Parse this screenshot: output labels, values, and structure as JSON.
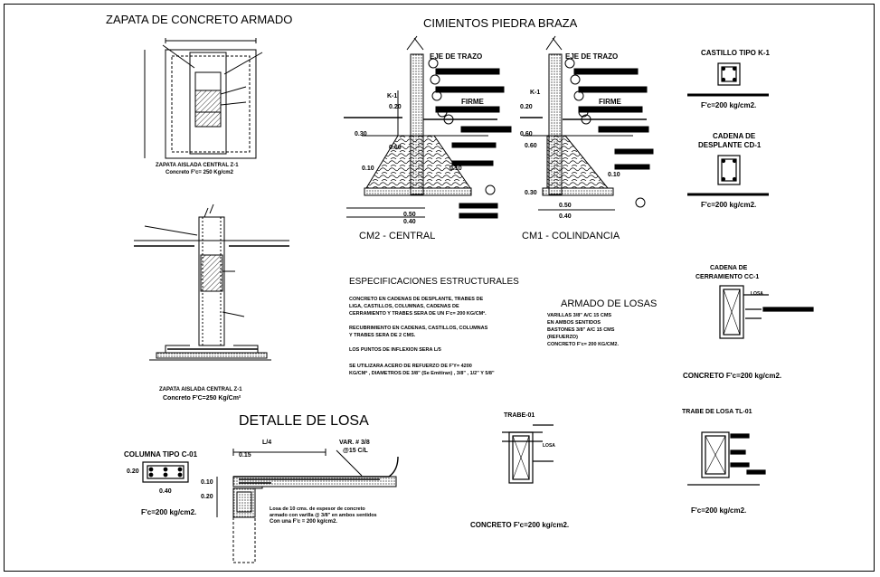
{
  "titles": {
    "zapata": "ZAPATA DE CONCRETO ARMADO",
    "cimientos": "CIMIENTOS PIEDRA BRAZA",
    "detalle_losa": "DETALLE DE LOSA",
    "especificaciones": "ESPECIFICACIONES ESTRUCTURALES",
    "armado_losas": "ARMADO DE LOSAS"
  },
  "zapata": {
    "caption1": "ZAPATA AISLADA CENTRAL Z-1",
    "caption1b": "Concreto F'c= 250 Kg/cm2",
    "caption2": "ZAPATA AISLADA CENTRAL Z-1",
    "caption2b": "Concreto F'C=250 Kg/Cm²"
  },
  "cimientos": {
    "eje1": "EJE DE TRAZO",
    "eje2": "EJE DE TRAZO",
    "firme1": "FIRME",
    "firme2": "FIRME",
    "k1": "K-1",
    "k2": "K-1",
    "label_central": "CM2 - CENTRAL",
    "label_colindancia": "CM1 - COLINDANCIA",
    "dims": [
      "0.20",
      "0.30",
      "0.60",
      "0.10",
      "0.50",
      "0.40",
      "0.20",
      "0.10",
      "0.60",
      "0.50",
      "0.40",
      "0.10",
      "0.30",
      "0.60"
    ]
  },
  "right": {
    "castillo": "CASTILLO TIPO K-1",
    "castillo_f": "F'c=200 kg/cm2.",
    "cadena_desplante": "CADENA DE",
    "cadena_desplante2": "DESPLANTE CD-1",
    "cadena_desplante_f": "F'c=200 kg/cm2.",
    "cadena_cerr": "CADENA DE",
    "cadena_cerr2": "CERRAMIENTO CC-1",
    "cadena_cerr_f": "CONCRETO F'c=200 kg/cm2.",
    "losa": "LOSA",
    "trabe_losa": "TRABE DE LOSA TL-01",
    "trabe_losa_f": "F'c=200 kg/cm2.",
    "trabe01": "TRABE-01",
    "trabe01_losa": "LOSA",
    "trabe01_f": "CONCRETO F'c=200 kg/cm2."
  },
  "especificaciones": {
    "p1": "CONCRETO EN CADENAS DE DESPLANTE, TRABES DE",
    "p1b": "LIGA, CASTILLOS, COLUMNAS, CADENAS DE",
    "p1c": "CERRAMIENTO Y TRABES SERA DE UN F'c= 200 KG/CM².",
    "p2": "RECUBRIMIENTO EN CADENAS, CASTILLOS, COLUMNAS",
    "p2b": "Y TRABES SERA DE 2 CMS.",
    "p3": "LOS PUNTOS DE INFLEXION SERA L/5",
    "p4": "SE UTILIZARA ACERO DE REFUERZO DE F'Y= 4200",
    "p4b": "KG/CM² , DIAMETROS DE 3/8\" (Se Emitiran) , 3/8\" , 1/2\" Y 5/8\""
  },
  "armado": {
    "l1": "VARILLAS 3/8\" A/C 15 CMS",
    "l2": "EN AMBOS SENTIDOS",
    "l3": "BASTONES 3/8\" A/C 15 CMS",
    "l4": "(REFUERZO)",
    "l5": "CONCRETO F'c= 200 KG/CM2."
  },
  "losa_detail": {
    "l4": "L/4",
    "var": "VAR. # 3/8",
    "var2": "@15 C/L",
    "d015": "0.15",
    "d010": "0.10",
    "d020": "0.20",
    "nota1": "Losa de 10 cms. de espesor de concreto",
    "nota2": "armado con varilla @ 3/8\" en ambos sentidos",
    "nota3": "Con una F'c = 200 kg/cm2."
  },
  "columna": {
    "title": "COLUMNA TIPO C-01",
    "d1": "0.20",
    "d2": "0.40",
    "f": "F'c=200 kg/cm2."
  },
  "chart_colors": {
    "ink": "#000000",
    "hatch": "#000000"
  }
}
